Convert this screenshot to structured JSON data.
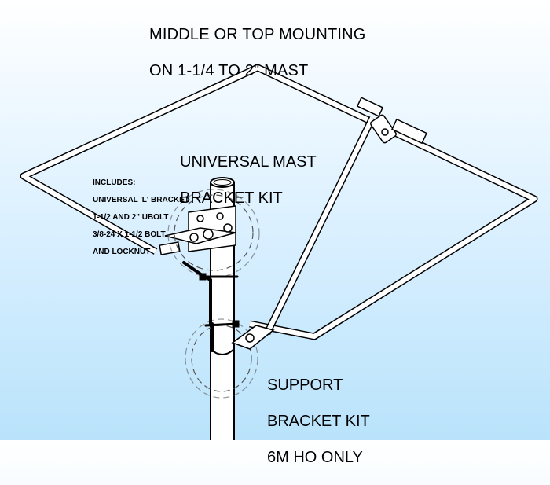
{
  "title": {
    "line1": "MIDDLE OR TOP MOUNTING",
    "line2": "ON 1-1/4 TO 2\" MAST"
  },
  "mast_bracket_kit": {
    "line1": "UNIVERSAL MAST",
    "line2": "BRACKET KIT"
  },
  "includes": {
    "header": "INCLUDES:",
    "items": [
      "UNIVERSAL 'L' BRACKET",
      "1-1/2 AND 2\" UBOLT",
      "3/8-24 X 1-1/2 BOLT",
      "AND LOCKNUT"
    ]
  },
  "support_kit": {
    "line1": "SUPPORT",
    "line2": "BRACKET KIT",
    "line3": "6M HO ONLY"
  },
  "colors": {
    "background_top": "#ffffff",
    "background_bottom": "#b9e3fb",
    "line": "#000000",
    "tube_fill": "#ffffff"
  }
}
